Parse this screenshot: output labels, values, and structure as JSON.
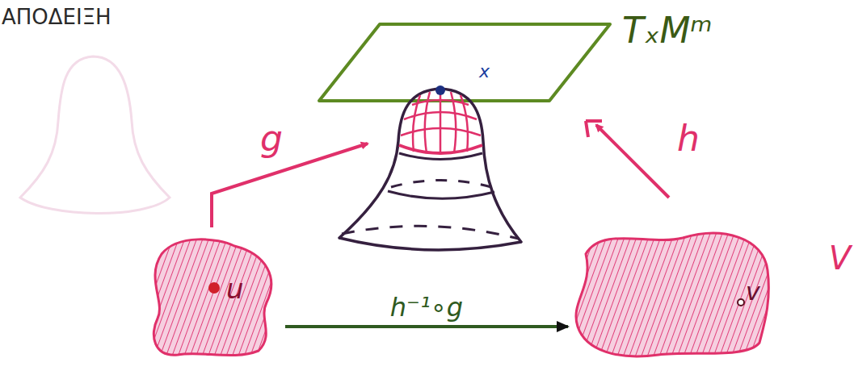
{
  "diagram": {
    "nodes": [
      {
        "text": [
          "TₓMᵐ",
          "x"
        ]
      },
      {
        "text": [
          "u"
        ]
      },
      {
        "text": [
          "v"
        ]
      }
    ],
    "edges": [
      {
        "from": 1,
        "to": 2,
        "arrow": "to",
        "label": "h⁻¹∘g"
      }
    ],
    "labels": [
      "ΑΠΟΔΕΙΞΗ",
      "g",
      "h",
      "V"
    ]
  }
}
